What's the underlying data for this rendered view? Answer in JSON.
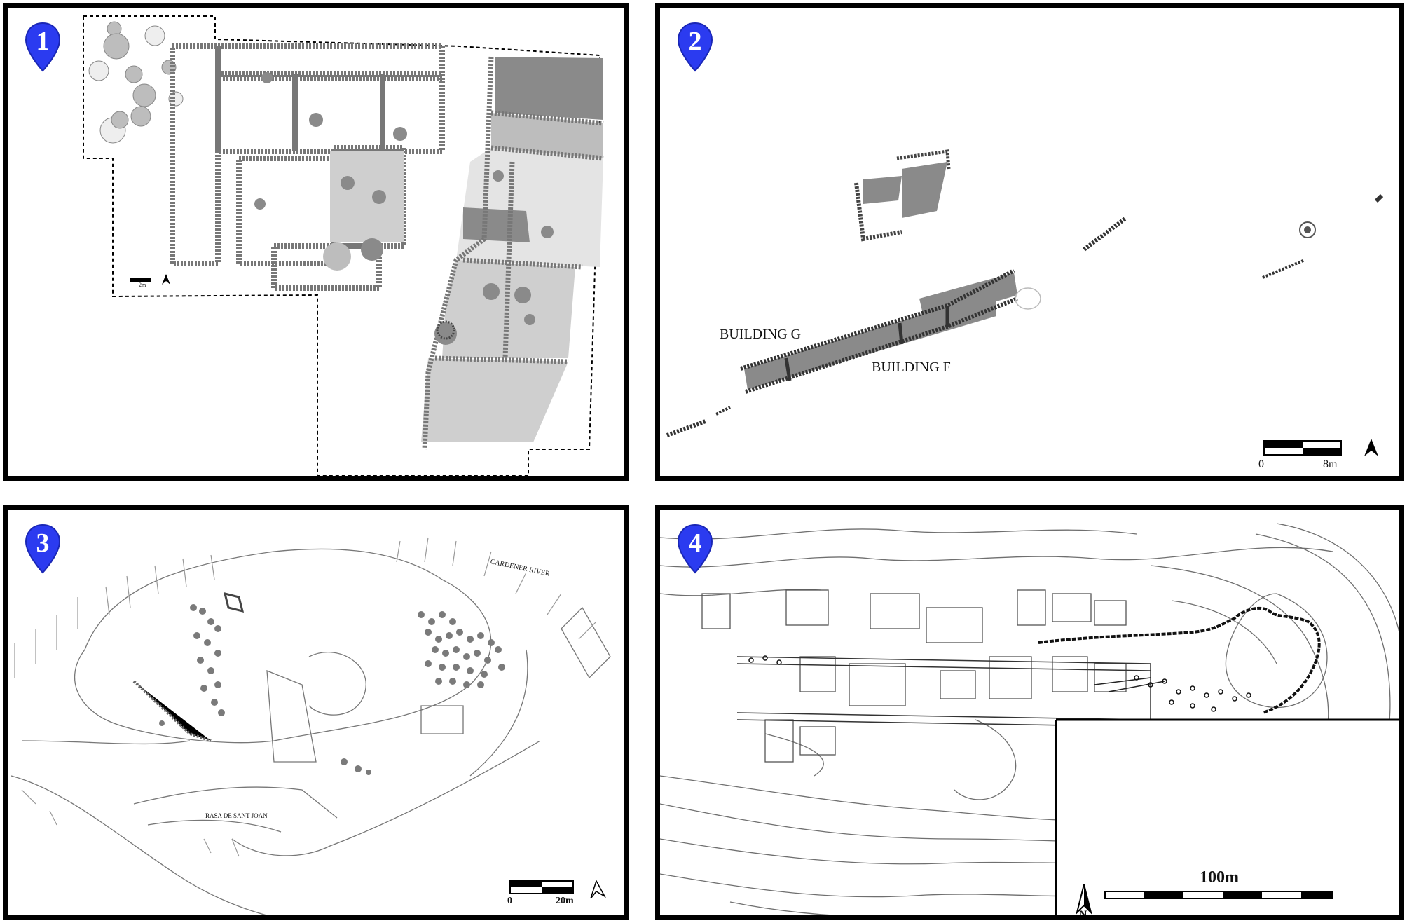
{
  "panels": [
    {
      "id": 1,
      "marker": "1",
      "labels": {
        "scale_text": "2m"
      }
    },
    {
      "id": 2,
      "marker": "2",
      "labels": {
        "building_g": "BUILDING G",
        "building_f": "BUILDING F",
        "scale_start": "0",
        "scale_end": "8m"
      }
    },
    {
      "id": 3,
      "marker": "3",
      "labels": {
        "river": "CARDENER RIVER",
        "rasa": "RASA DE SANT JOAN",
        "scale_start": "0",
        "scale_end": "20m"
      }
    },
    {
      "id": 4,
      "marker": "4",
      "labels": {
        "scale": "100m",
        "north": "N"
      }
    }
  ],
  "colors": {
    "pin": "#2b3bf0",
    "frame": "#000000",
    "dark_fill": "#8a8a8a",
    "light_fill": "#cfcfcf",
    "lighter_fill": "#e4e4e4",
    "line": "#555555"
  },
  "icons": [
    "map-pin-icon",
    "north-arrow-icon",
    "scale-bar-icon"
  ]
}
